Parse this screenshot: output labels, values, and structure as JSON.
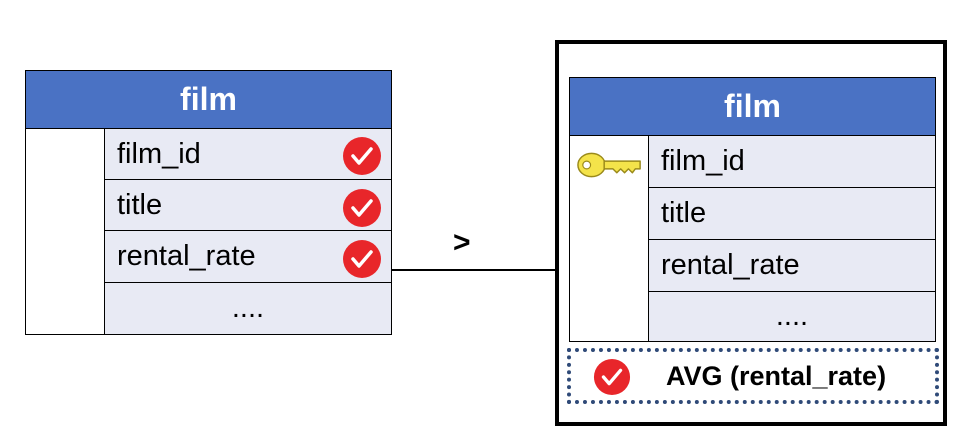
{
  "source_table": {
    "name": "film",
    "columns": [
      "film_id",
      "title",
      "rental_rate"
    ],
    "more": "....",
    "checked_icon": "check-circle-icon"
  },
  "connector": {
    "label": ">"
  },
  "result_table": {
    "name": "film",
    "key_icon": "key-icon",
    "columns": [
      "film_id",
      "title",
      "rental_rate"
    ],
    "more": "....",
    "aggregate": {
      "icon": "check-circle-icon",
      "label": "AVG (rental_rate)"
    }
  },
  "colors": {
    "header": "#4a72c4",
    "row": "#e8eaf4",
    "check": "#e8262a",
    "key": "#f4e34a",
    "dotted_border": "#2f4a78"
  }
}
